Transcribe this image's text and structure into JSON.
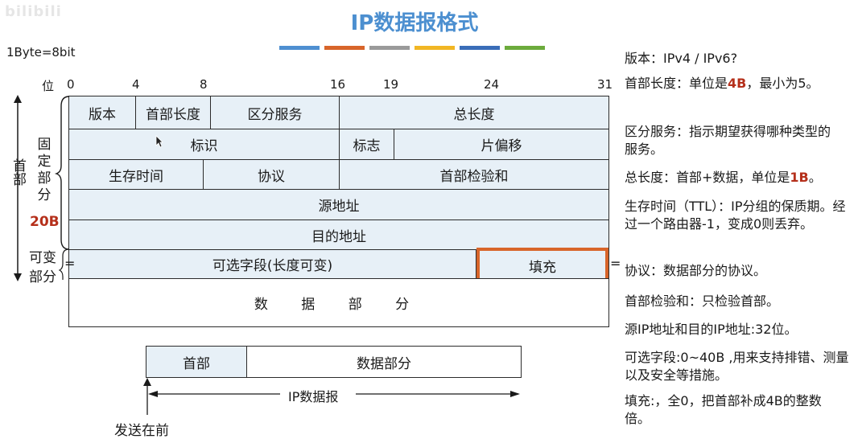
{
  "watermark": "bilibili",
  "title": "IP数据报格式",
  "colors": {
    "accent_title": "#4c8fd0",
    "field_fill": "#e7f0f7",
    "highlight": "#d8652a",
    "emphasis": "#b5301b",
    "bar_colors": [
      "#4e8fd1",
      "#d8652a",
      "#9a9a9a",
      "#f1b624",
      "#3a6db8",
      "#6cab3c"
    ]
  },
  "byte_note": "1Byte=8bit",
  "bit_axis": {
    "label": "位",
    "ticks": [
      "0",
      "4",
      "8",
      "16",
      "19",
      "24",
      "31"
    ]
  },
  "header": {
    "row1": [
      "版本",
      "首部长度",
      "区分服务",
      "总长度"
    ],
    "row2": [
      "标识",
      "标志",
      "片偏移"
    ],
    "row3": [
      "生存时间",
      "协议",
      "首部检验和"
    ],
    "row4": "源地址",
    "row5": "目的地址",
    "options": "可选字段(长度可变)",
    "padding": "填充",
    "data": "数 据 部 分"
  },
  "side_labels": {
    "header_part": "首部",
    "fixed_part_chars": [
      "固",
      "定",
      "部",
      "分"
    ],
    "fixed_size": "20B",
    "variable_part_line1": "可变",
    "variable_part_line2": "部分"
  },
  "lower_diagram": {
    "header": "首部",
    "data": "数据部分",
    "datagram": "IP数据报",
    "send_first": "发送在前"
  },
  "notes": {
    "version": "版本：IPv4 / IPv6?",
    "hlen_pre": "首部长度：单位是",
    "hlen_unit": "4B",
    "hlen_post": "，最小为5。",
    "tos": "区分服务：指示期望获得哪种类型的服务。",
    "total_pre": "总长度：首部+数据，单位是",
    "total_unit": "1B",
    "total_post": "。",
    "ttl": "生存时间（TTL）：IP分组的保质期。经过一个路由器-1，变成0则丢弃。",
    "protocol": "协议：数据部分的协议。",
    "checksum": "首部检验和：只检验首部。",
    "address": "源IP地址和目的IP地址:32位。",
    "options": "可选字段:0~40B ,用来支持排错、测量以及安全等措施。",
    "padding": "填充:，全0，把首部补成4B的整数倍。"
  }
}
